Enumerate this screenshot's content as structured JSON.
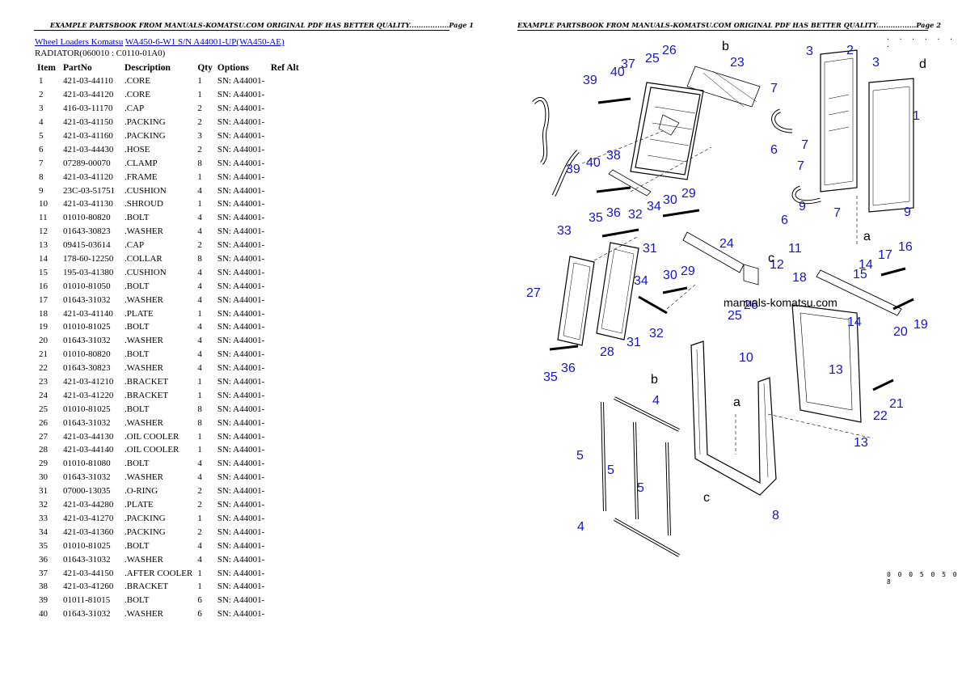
{
  "header": {
    "left": "EXAMPLE PARTSBOOK FROM MANUALS-KOMATSU.COM ORIGINAL PDF HAS BETTER QUALITY.................Page 1",
    "right": "EXAMPLE PARTSBOOK FROM MANUALS-KOMATSU.COM ORIGINAL PDF HAS BETTER QUALITY.................Page 2"
  },
  "breadcrumb": {
    "link1": "Wheel Loaders Komatsu",
    "link2": "WA450-6-W1 S/N A44001-UP(WA450-AE)"
  },
  "section_title": "RADIATOR(060010 : C0110-01A0)",
  "table": {
    "headers": [
      "Item",
      "PartNo",
      "Description",
      "Qty",
      "Options",
      "Ref Alt"
    ],
    "rows": [
      [
        "1",
        "421-03-44110",
        ".CORE",
        "1",
        "SN: A44001-"
      ],
      [
        "2",
        "421-03-44120",
        ".CORE",
        "1",
        "SN: A44001-"
      ],
      [
        "3",
        "416-03-11170",
        ".CAP",
        "2",
        "SN: A44001-"
      ],
      [
        "4",
        "421-03-41150",
        ".PACKING",
        "2",
        "SN: A44001-"
      ],
      [
        "5",
        "421-03-41160",
        ".PACKING",
        "3",
        "SN: A44001-"
      ],
      [
        "6",
        "421-03-44430",
        ".HOSE",
        "2",
        "SN: A44001-"
      ],
      [
        "7",
        "07289-00070",
        ".CLAMP",
        "8",
        "SN: A44001-"
      ],
      [
        "8",
        "421-03-41120",
        ".FRAME",
        "1",
        "SN: A44001-"
      ],
      [
        "9",
        "23C-03-51751",
        ".CUSHION",
        "4",
        "SN: A44001-"
      ],
      [
        "10",
        "421-03-41130",
        ".SHROUD",
        "1",
        "SN: A44001-"
      ],
      [
        "11",
        "01010-80820",
        ".BOLT",
        "4",
        "SN: A44001-"
      ],
      [
        "12",
        "01643-30823",
        ".WASHER",
        "4",
        "SN: A44001-"
      ],
      [
        "13",
        "09415-03614",
        ".CAP",
        "2",
        "SN: A44001-"
      ],
      [
        "14",
        "178-60-12250",
        ".COLLAR",
        "8",
        "SN: A44001-"
      ],
      [
        "15",
        "195-03-41380",
        ".CUSHION",
        "4",
        "SN: A44001-"
      ],
      [
        "16",
        "01010-81050",
        ".BOLT",
        "4",
        "SN: A44001-"
      ],
      [
        "17",
        "01643-31032",
        ".WASHER",
        "4",
        "SN: A44001-"
      ],
      [
        "18",
        "421-03-41140",
        ".PLATE",
        "1",
        "SN: A44001-"
      ],
      [
        "19",
        "01010-81025",
        ".BOLT",
        "4",
        "SN: A44001-"
      ],
      [
        "20",
        "01643-31032",
        ".WASHER",
        "4",
        "SN: A44001-"
      ],
      [
        "21",
        "01010-80820",
        ".BOLT",
        "4",
        "SN: A44001-"
      ],
      [
        "22",
        "01643-30823",
        ".WASHER",
        "4",
        "SN: A44001-"
      ],
      [
        "23",
        "421-03-41210",
        ".BRACKET",
        "1",
        "SN: A44001-"
      ],
      [
        "24",
        "421-03-41220",
        ".BRACKET",
        "1",
        "SN: A44001-"
      ],
      [
        "25",
        "01010-81025",
        ".BOLT",
        "8",
        "SN: A44001-"
      ],
      [
        "26",
        "01643-31032",
        ".WASHER",
        "8",
        "SN: A44001-"
      ],
      [
        "27",
        "421-03-44130",
        ".OIL COOLER",
        "1",
        "SN: A44001-"
      ],
      [
        "28",
        "421-03-44140",
        ".OIL COOLER",
        "1",
        "SN: A44001-"
      ],
      [
        "29",
        "01010-81080",
        ".BOLT",
        "4",
        "SN: A44001-"
      ],
      [
        "30",
        "01643-31032",
        ".WASHER",
        "4",
        "SN: A44001-"
      ],
      [
        "31",
        "07000-13035",
        ".O-RING",
        "2",
        "SN: A44001-"
      ],
      [
        "32",
        "421-03-44280",
        ".PLATE",
        "2",
        "SN: A44001-"
      ],
      [
        "33",
        "421-03-41270",
        ".PACKING",
        "1",
        "SN: A44001-"
      ],
      [
        "34",
        "421-03-41360",
        ".PACKING",
        "2",
        "SN: A44001-"
      ],
      [
        "35",
        "01010-81025",
        ".BOLT",
        "4",
        "SN: A44001-"
      ],
      [
        "36",
        "01643-31032",
        ".WASHER",
        "4",
        "SN: A44001-"
      ],
      [
        "37",
        "421-03-44150",
        ".AFTER COOLER",
        "1",
        "SN: A44001-"
      ],
      [
        "38",
        "421-03-41260",
        ".BRACKET",
        "1",
        "SN: A44001-"
      ],
      [
        "39",
        "01011-81015",
        ".BOLT",
        "6",
        "SN: A44001-"
      ],
      [
        "40",
        "01643-31032",
        ".WASHER",
        "6",
        "SN: A44001-"
      ]
    ]
  },
  "diagram": {
    "watermark": "manuals-komatsu.com",
    "top_dots": ". . . . . . .",
    "figure_code": "0 0 0 5 0 5 0 8",
    "callout_color": "#1515d0",
    "callouts": [
      "39",
      "40",
      "37",
      "25",
      "26",
      "23",
      "38",
      "39",
      "40",
      "33",
      "36",
      "35",
      "32",
      "34",
      "30",
      "29",
      "31",
      "27",
      "28",
      "31",
      "32",
      "34",
      "30",
      "29",
      "24",
      "35",
      "36",
      "3",
      "2",
      "3",
      "1",
      "7",
      "7",
      "6",
      "7",
      "6",
      "9",
      "7",
      "9",
      "11",
      "12",
      "18",
      "15",
      "14",
      "17",
      "16",
      "14",
      "20",
      "19",
      "10",
      "13",
      "22",
      "13",
      "21",
      "4",
      "5",
      "5",
      "5",
      "4",
      "8",
      "25",
      "26"
    ],
    "letters": [
      "b",
      "b",
      "c",
      "a",
      "c",
      "d",
      "a"
    ]
  }
}
